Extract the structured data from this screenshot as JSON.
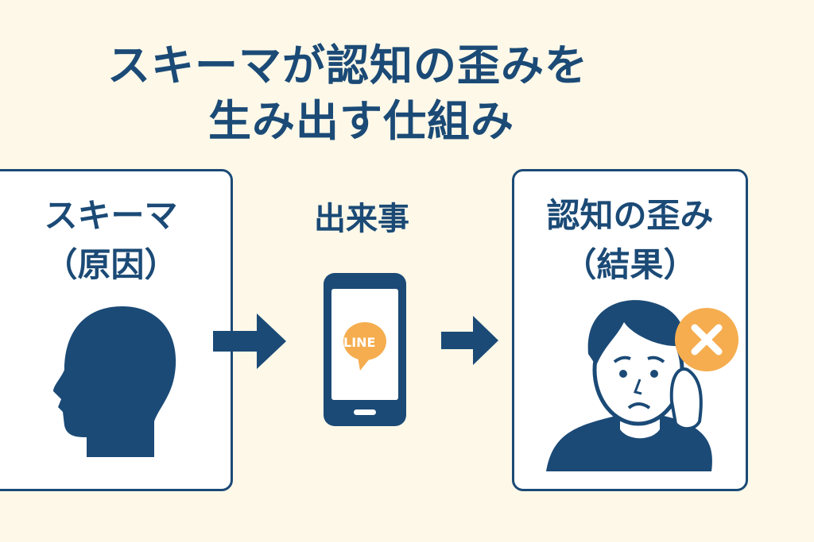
{
  "title": {
    "line1": "スキーマが認知の歪みを",
    "line2": "生み出す仕組み"
  },
  "left": {
    "title": "スキーマ",
    "subtitle": "（原因）",
    "icon": "head-silhouette-icon"
  },
  "middle": {
    "title": "出来事",
    "icon": "smartphone-icon",
    "app_label": "LINE"
  },
  "right": {
    "title": "認知の歪み",
    "subtitle": "（結果）",
    "icon": "worried-man-icon"
  },
  "colors": {
    "navy": "#1b4a76",
    "orange": "#f5ad4f",
    "background": "#fdf8e8"
  }
}
